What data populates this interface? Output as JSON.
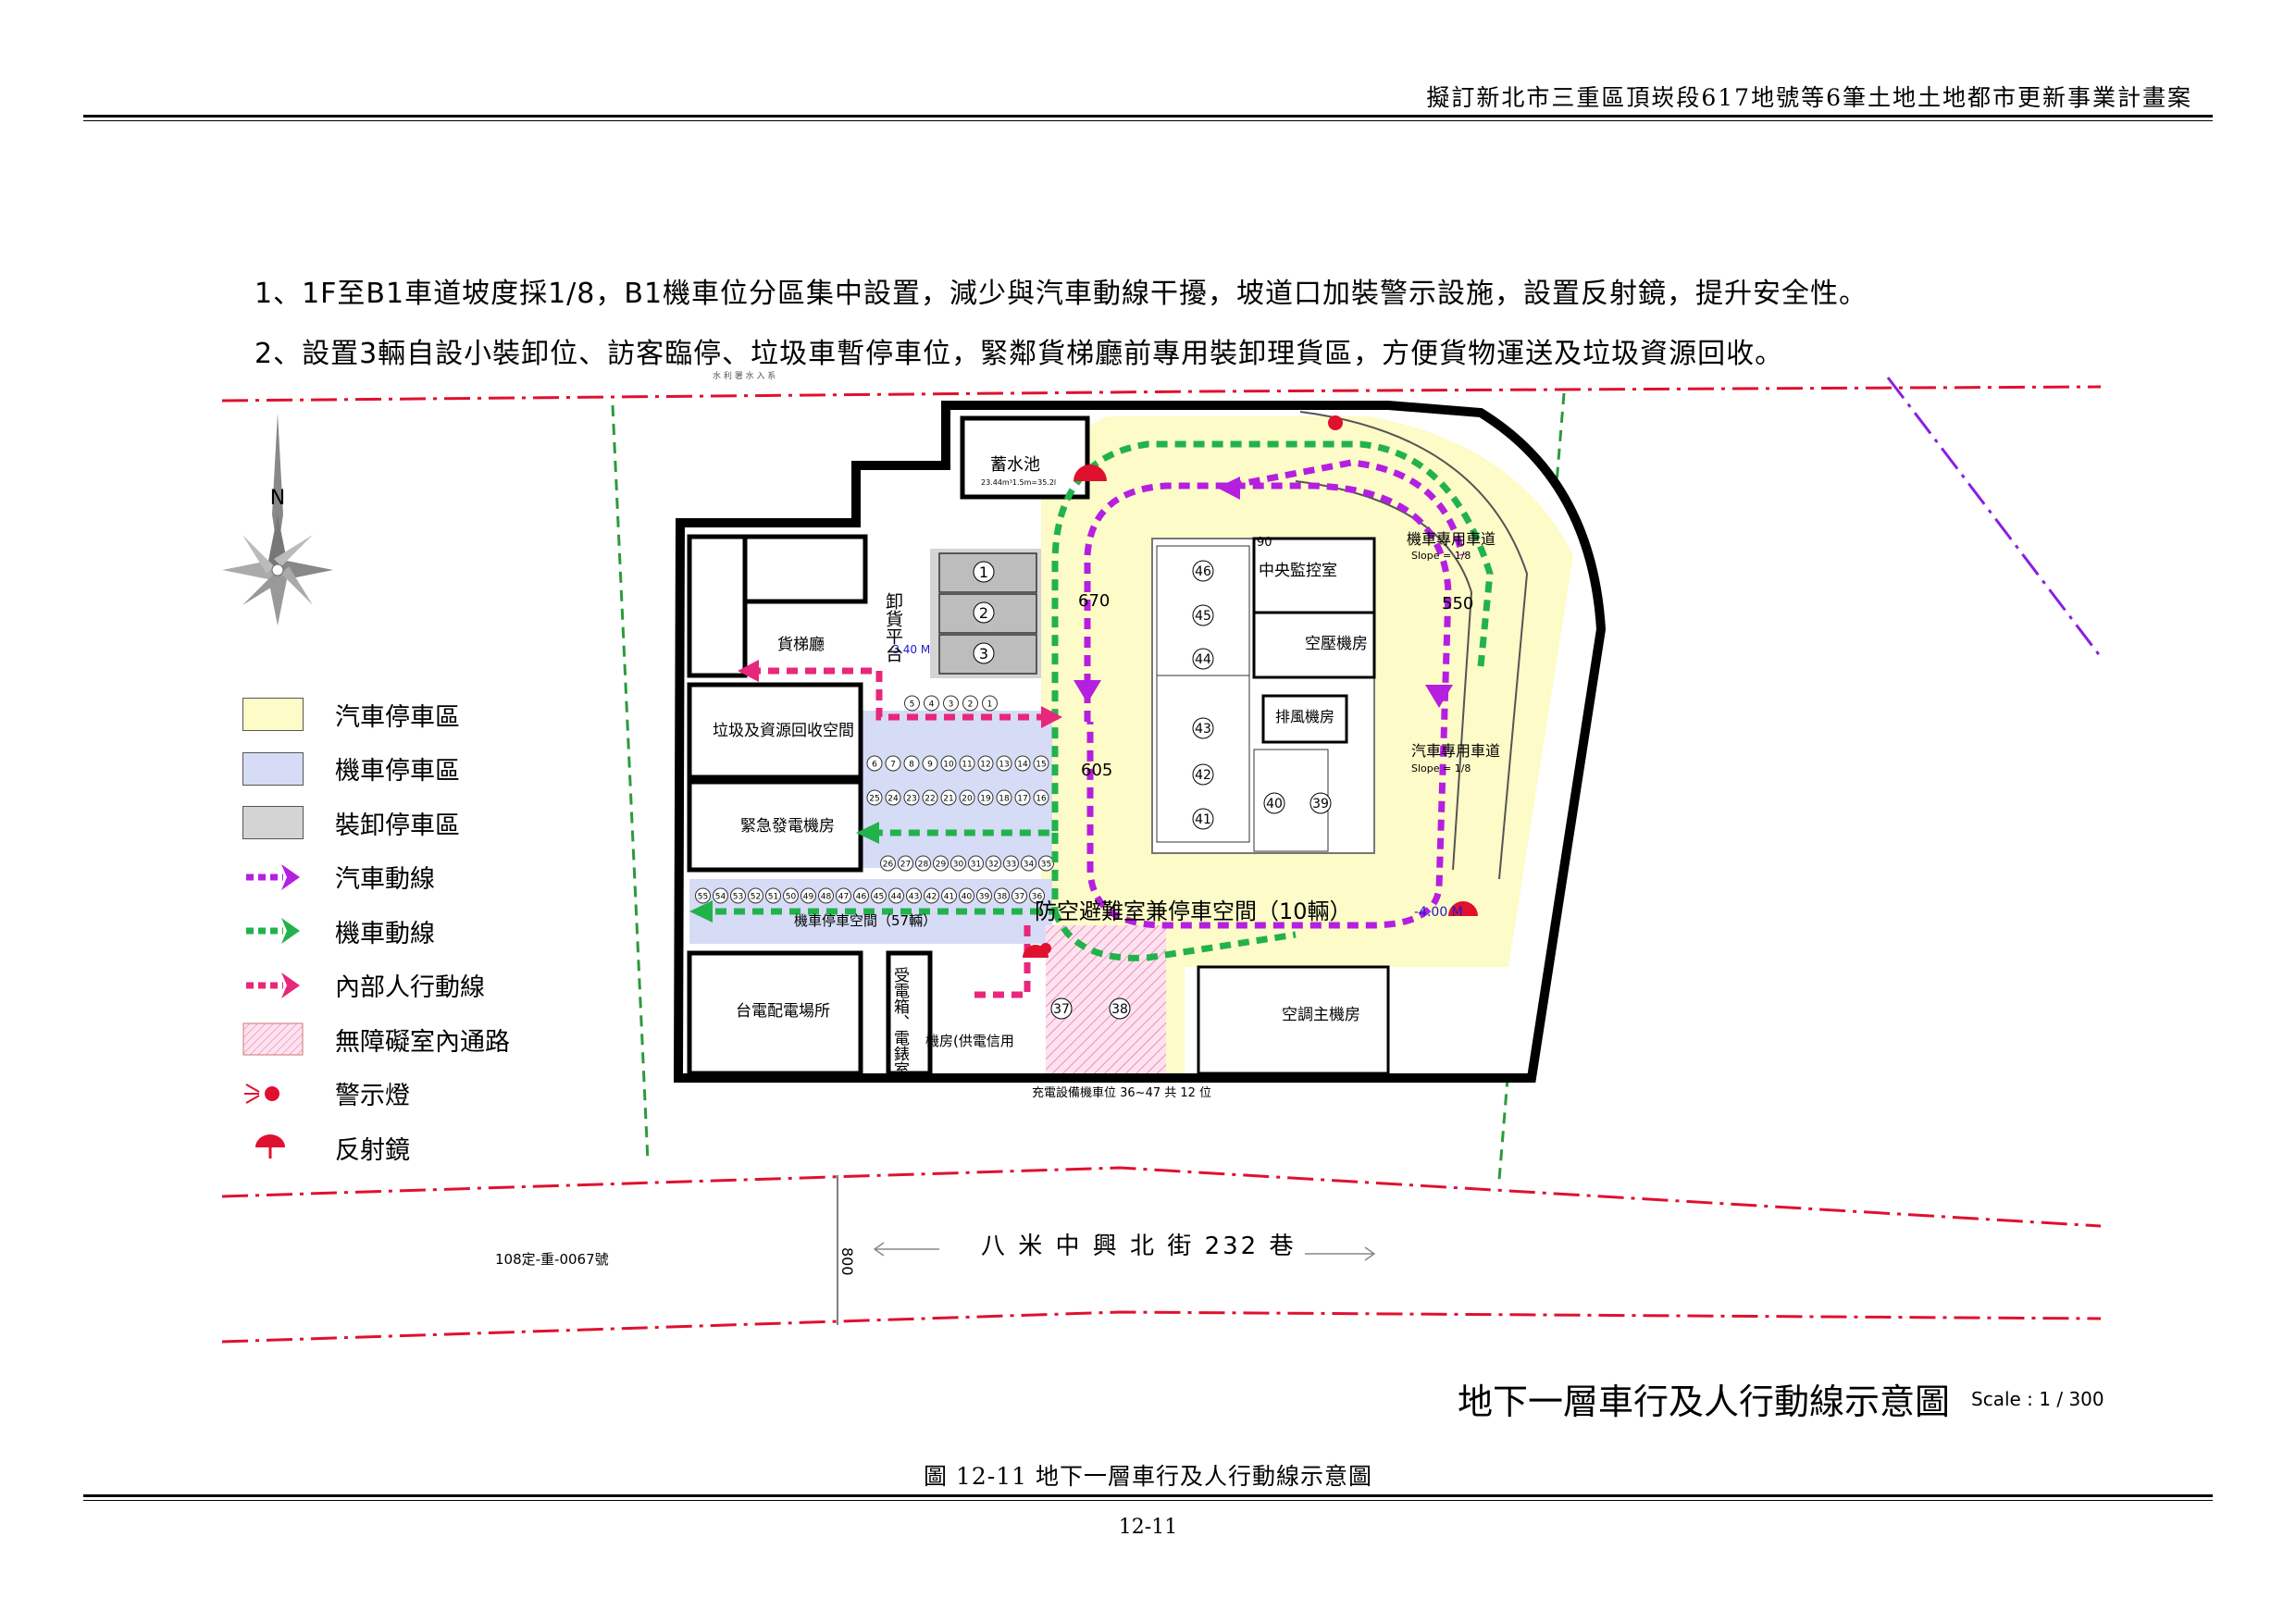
{
  "header": {
    "title": "擬訂新北市三重區頂崁段617地號等6筆土地土地都市更新事業計畫案"
  },
  "notes": [
    "1、1F至B1車道坡度採1/8，B1機車位分區集中設置，減少與汽車動線干擾，坡道口加裝警示設施，設置反射鏡，提升安全性。",
    "2、設置3輛自設小裝卸位、訪客臨停、垃圾車暫停車位，緊鄰貨梯廳前專用裝卸理貨區，方便貨物運送及垃圾資源回收。"
  ],
  "legend": [
    {
      "label": "汽車停車區",
      "kind": "swatch",
      "color": "#fdfbc7"
    },
    {
      "label": "機車停車區",
      "kind": "swatch",
      "color": "#d6dcf5"
    },
    {
      "label": "裝卸停車區",
      "kind": "swatch",
      "color": "#d4d4d4"
    },
    {
      "label": "汽車動線",
      "kind": "arrow",
      "color": "#b51fe0"
    },
    {
      "label": "機車動線",
      "kind": "arrow",
      "color": "#22b24c"
    },
    {
      "label": "內部人行動線",
      "kind": "arrow",
      "color": "#e8277a"
    },
    {
      "label": "無障礙室內通路",
      "kind": "hatch",
      "color": "#f3a3c8"
    },
    {
      "label": "警示燈",
      "kind": "light",
      "color": "#e0102f"
    },
    {
      "label": "反射鏡",
      "kind": "mirror",
      "color": "#e0102f"
    }
  ],
  "compass": {
    "north": "N"
  },
  "rooms": {
    "reservoir": "蓄水池",
    "reservoir_sub": "23.44m³1.5m=35.2l",
    "unload_platform": "卸貨平台",
    "freight_lobby": "貨梯廳",
    "level_a": "-3.40 M",
    "garbage": "垃圾及資源回收空間",
    "generator": "緊急發電機房",
    "power": "台電配電場所",
    "meter": "受電箱、電錶室",
    "machine_room": "機房(供電信用",
    "control": "中央監控室",
    "ac_room": "空壓機房",
    "exhaust": "排風機房",
    "ac_main": "空調主機房",
    "moto_ramp": "機車專用車道",
    "car_ramp": "汽車專用車道",
    "slope": "Slope = 1/8",
    "shelter": "防空避難室兼停車空間（10輛）",
    "moto_area": "機車停車空間（57輛）",
    "level_b": "-4.00 M",
    "charging": "充電設備機車位 36~47 共 12 位",
    "street": "八 米 中 興 北 街 232 巷",
    "lot_no": "108定-重-0067號",
    "street_width": "800"
  },
  "dims": [
    "670",
    "605",
    "550",
    "90"
  ],
  "loading_spots": [
    "1",
    "2",
    "3"
  ],
  "car_spots": [
    "46",
    "45",
    "44",
    "43",
    "42",
    "41",
    "40",
    "39",
    "38",
    "37"
  ],
  "moto_rows": [
    [
      "5",
      "4",
      "3",
      "2",
      "1"
    ],
    [
      "6",
      "7",
      "8",
      "9",
      "10",
      "11",
      "12",
      "13",
      "14",
      "15"
    ],
    [
      "25",
      "24",
      "23",
      "22",
      "21",
      "20",
      "19",
      "18",
      "17",
      "16"
    ],
    [
      "26",
      "27",
      "28",
      "29",
      "30",
      "31",
      "32",
      "33",
      "34",
      "35"
    ],
    [
      "55",
      "54",
      "53",
      "52",
      "51",
      "50",
      "49",
      "48",
      "47",
      "46",
      "45",
      "44",
      "43",
      "42",
      "41",
      "40",
      "39",
      "38",
      "37",
      "36"
    ]
  ],
  "figure": {
    "title": "地下一層車行及人行動線示意圖",
    "scale": "Scale : 1 / 300",
    "caption": "圖 12-11 地下一層車行及人行動線示意圖",
    "page": "12-11"
  },
  "colors": {
    "car": "#b51fe0",
    "moto": "#22b24c",
    "walk": "#e8277a",
    "boundary": "#e0102f",
    "site_line": "#2a9b3a",
    "purple_line": "#8a1fe0"
  }
}
